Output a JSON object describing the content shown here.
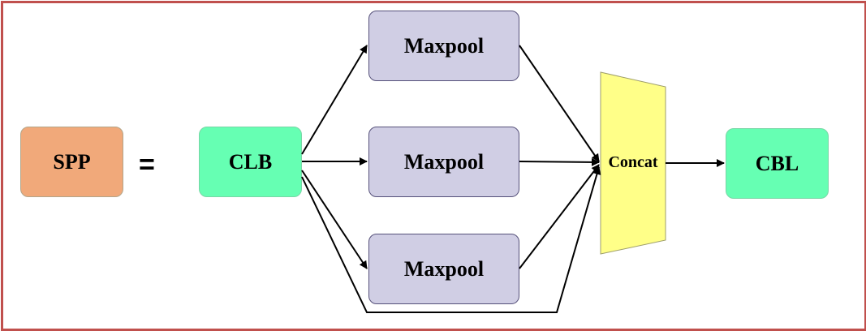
{
  "diagram": {
    "spp_label": "SPP",
    "equals_sign": "=",
    "clb_label": "CLB",
    "maxpool_labels": [
      "Maxpool",
      "Maxpool",
      "Maxpool"
    ],
    "concat_label": "Concat",
    "cbl_label": "CBL"
  },
  "colors": {
    "frame": "#c0504d",
    "spp": "#f1a97a",
    "clb": "#66ffb3",
    "cbl": "#66ffb3",
    "maxpool": "#d0cee4",
    "concat": "#ffff88"
  }
}
